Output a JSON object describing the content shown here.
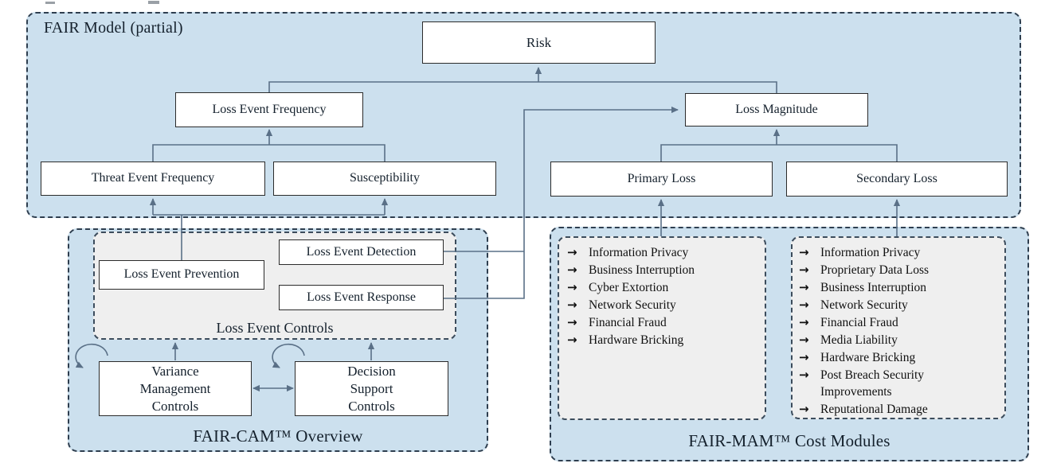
{
  "colors": {
    "panel-blue": "#cce0ee",
    "panel-gray": "#efefef",
    "line": "#5a7087",
    "dash-border": "#2e3e4f"
  },
  "icons": {
    "bullet": "→"
  },
  "fair_model": {
    "title": "FAIR Model (partial)",
    "nodes": {
      "risk": "Risk",
      "loss_event_frequency": "Loss Event Frequency",
      "loss_magnitude": "Loss Magnitude",
      "threat_event_frequency": "Threat Event Frequency",
      "susceptibility": "Susceptibility",
      "primary_loss": "Primary Loss",
      "secondary_loss": "Secondary Loss"
    }
  },
  "fair_cam": {
    "title": "FAIR-CAM™ Overview",
    "loss_event_controls_label": "Loss Event Controls",
    "nodes": {
      "loss_event_prevention": "Loss Event Prevention",
      "loss_event_detection": "Loss Event Detection",
      "loss_event_response": "Loss Event Response",
      "variance_management_controls": "Variance\nManagement\nControls",
      "decision_support_controls": "Decision\nSupport\nControls"
    }
  },
  "fair_mam": {
    "title": "FAIR-MAM™ Cost Modules",
    "primary_modules": [
      "Information Privacy",
      "Business Interruption",
      "Cyber Extortion",
      "Network Security",
      "Financial Fraud",
      "Hardware Bricking"
    ],
    "secondary_modules": [
      "Information Privacy",
      "Proprietary Data Loss",
      "Business Interruption",
      "Network Security",
      "Financial Fraud",
      "Media Liability",
      "Hardware Bricking",
      "Post Breach Security Improvements",
      "Reputational Damage"
    ]
  }
}
